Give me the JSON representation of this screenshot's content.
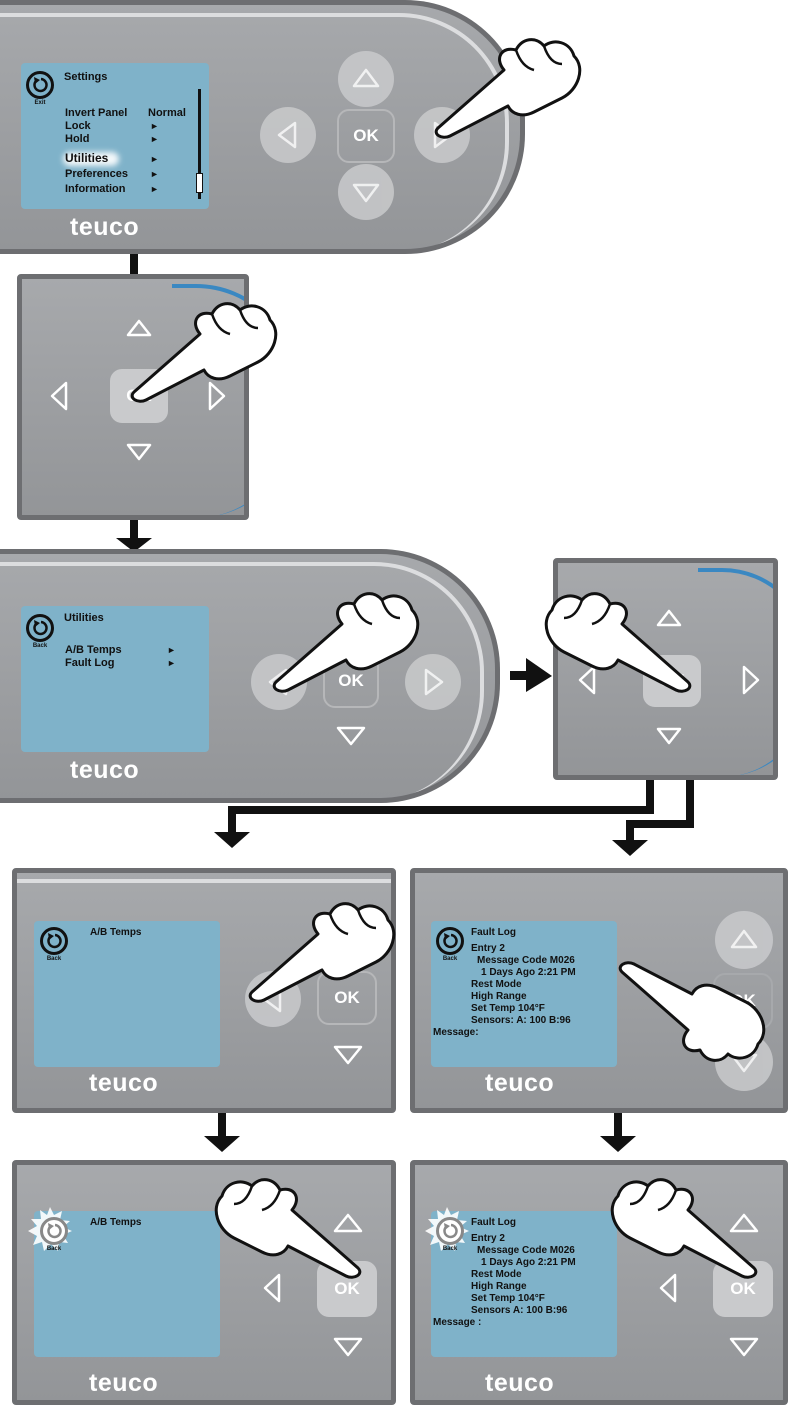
{
  "brand": "teuco",
  "panel1": {
    "title": "Settings",
    "back_label": "Exit",
    "items": [
      {
        "label": "Invert Panel",
        "value": "Normal"
      },
      {
        "label": "Lock",
        "value": "►"
      },
      {
        "label": "Hold",
        "value": "►"
      },
      {
        "label": "Utilities",
        "value": "►"
      },
      {
        "label": "Preferences",
        "value": "►"
      },
      {
        "label": "Information",
        "value": "►"
      }
    ],
    "ok_label": "OK"
  },
  "panel2": {
    "ok_label": "OK"
  },
  "panel3": {
    "title": "Utilities",
    "back_label": "Back",
    "items": [
      {
        "label": "A/B Temps",
        "value": "►"
      },
      {
        "label": "Fault Log",
        "value": "►"
      }
    ],
    "ok_label": "OK"
  },
  "panel4": {
    "ok_label": "OK"
  },
  "panel5": {
    "title": "A/B Temps",
    "back_label": "Back",
    "ok_label": "OK"
  },
  "panel6": {
    "title": "Fault Log",
    "back_label": "Back",
    "lines": [
      "Entry 2",
      "Message Code M026",
      "1 Days Ago    2:21 PM",
      "Rest Mode",
      "High Range",
      "Set Temp 104°F",
      "Sensors: A: 100   B:96",
      "Message:"
    ],
    "ok_label": "OK"
  },
  "panel7": {
    "title": "A/B Temps",
    "back_label": "Back",
    "ok_label": "OK"
  },
  "panel8": {
    "title": "Fault Log",
    "back_label": "Back",
    "lines": [
      "Entry    2",
      "Message Code       M026",
      "1 Days Ago    2:21 PM",
      "Rest Mode",
      "High Range",
      "Set Temp      104°F",
      "Sensors A: 100   B:96",
      "Message   :"
    ],
    "ok_label": "OK"
  }
}
